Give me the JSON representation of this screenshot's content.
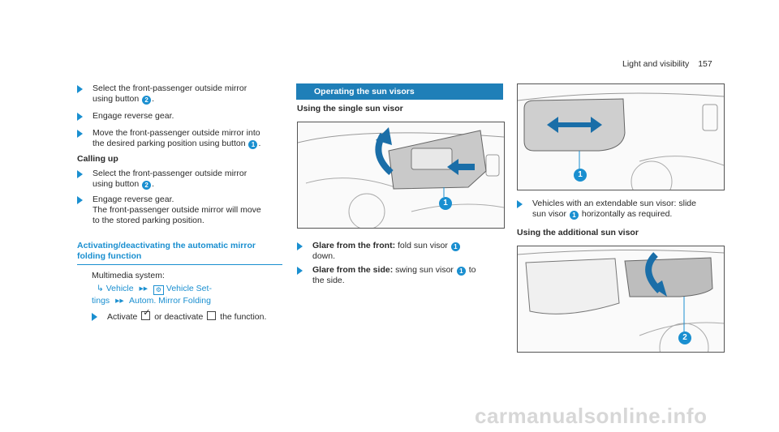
{
  "header": {
    "section": "Light and visibility",
    "page": "157"
  },
  "col1": {
    "step1": "Select the front-passenger outside mirror",
    "step1b": "using button",
    "step2": "Engage reverse gear.",
    "step3": "Move the front-passenger outside mirror into",
    "step3b": "the desired parking position using button",
    "calling_up": "Calling up",
    "step4": "Select the front-passenger outside mirror",
    "step4b": "using button",
    "step5": "Engage reverse gear.",
    "step5b": "The front-passenger outside mirror will move",
    "step5c": "to the stored parking position.",
    "section_title_1": "Activating/deactivating the automatic mirror",
    "section_title_2": "folding function",
    "mm_label": "Multimedia system:",
    "path1": "Vehicle",
    "path2": "Vehicle Set-",
    "path3": "tings",
    "path4": "Autom. Mirror Folding",
    "activate_a": "Activate",
    "activate_b": "or deactivate",
    "activate_c": "the function."
  },
  "col2": {
    "bar_title": "Operating the sun visors",
    "subtitle": "Using the single sun visor",
    "glare_front_bold": "Glare from the front:",
    "glare_front_text": "fold sun visor",
    "glare_front_text2": "down.",
    "glare_side_bold": "Glare from the side:",
    "glare_side_text": "swing sun visor",
    "glare_side_text2": "to",
    "glare_side_text3": "the side."
  },
  "col3": {
    "step_a": "Vehicles with an extendable sun visor: slide",
    "step_b": "sun visor",
    "step_c": "horizontally as required.",
    "subtitle": "Using the additional sun visor"
  },
  "callouts": {
    "one": "1",
    "two": "2"
  },
  "watermark": "carmanualsonline.info",
  "colors": {
    "accent": "#1a8fd0",
    "bar": "#1f7fb8"
  }
}
